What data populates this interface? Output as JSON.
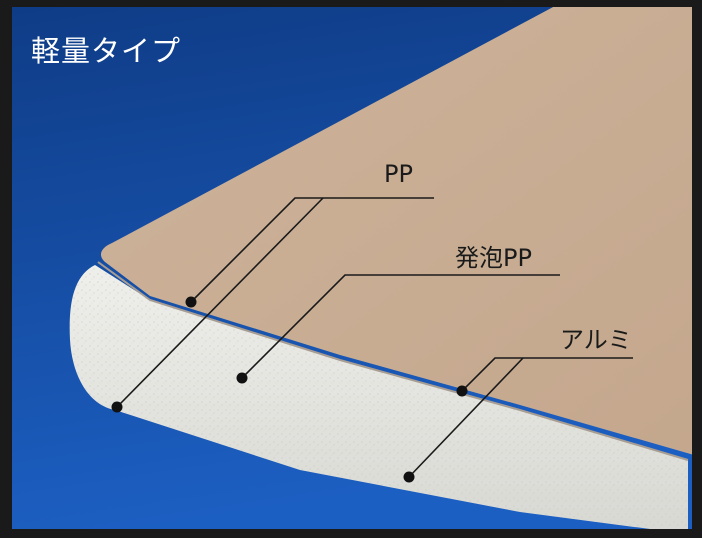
{
  "title": "軽量タイプ",
  "layers": {
    "pp": "PP",
    "foam_pp": "発泡PP",
    "aluminum": "アルミ"
  },
  "colors": {
    "background_top": "#0f3c86",
    "background_bottom": "#1c5fc2",
    "surface": "#c8ac92",
    "foam_core": "#e6e6e2",
    "frame": "#1a1a1a",
    "leader": "#1a1a1a"
  }
}
